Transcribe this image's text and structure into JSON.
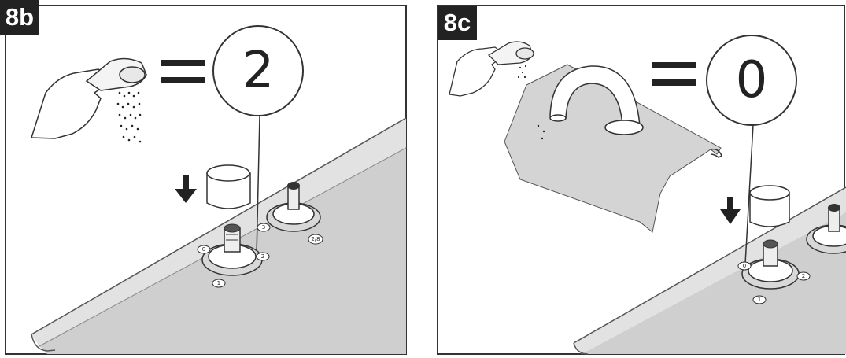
{
  "panels": [
    {
      "id": "8b",
      "label": "8b",
      "setting": "2",
      "position_labels": [
        "0",
        "1",
        "2",
        "3",
        "2/8"
      ]
    },
    {
      "id": "8c",
      "label": "8c",
      "setting": "0",
      "position_labels": [
        "0",
        "1",
        "2"
      ]
    }
  ]
}
